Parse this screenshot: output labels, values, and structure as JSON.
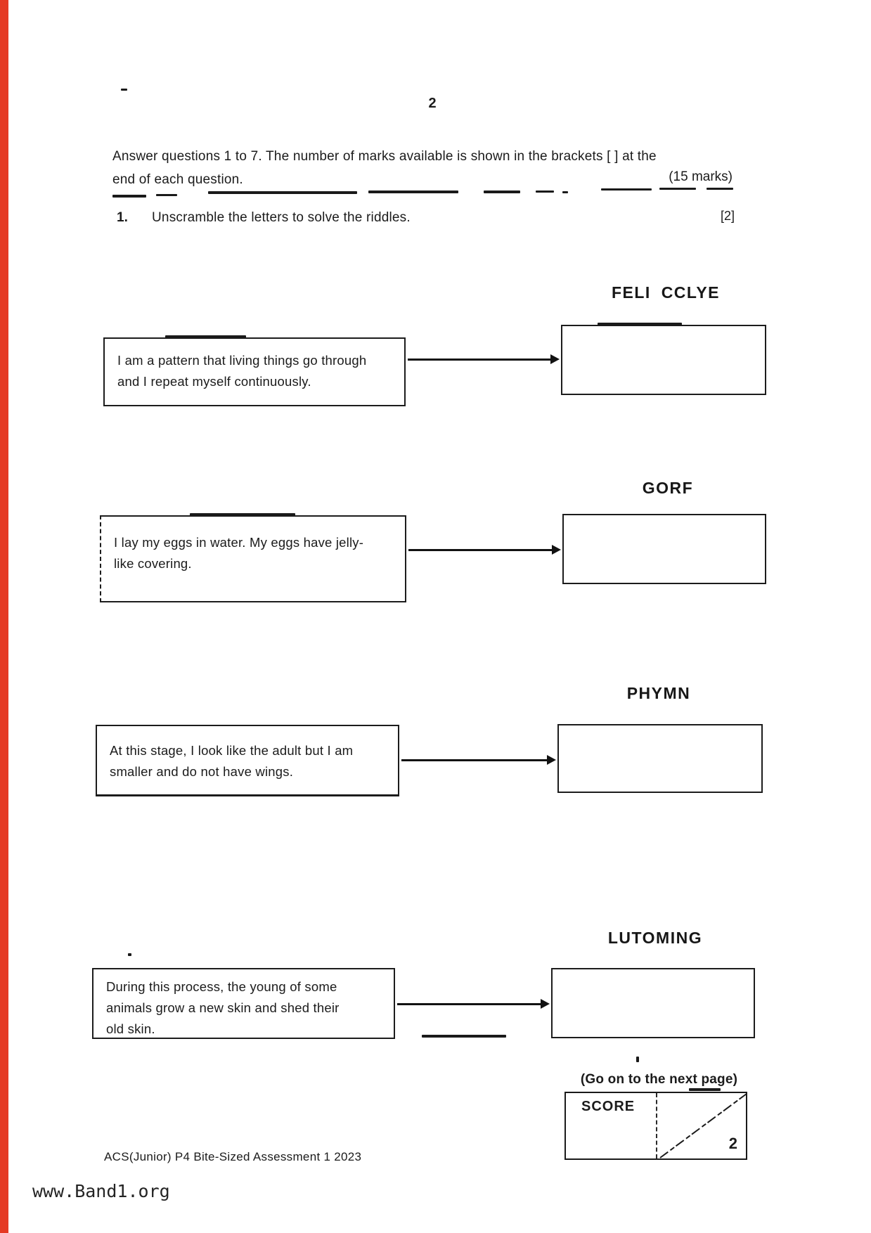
{
  "page": {
    "number": "2",
    "red_bar_color": "#e53a24",
    "ink_color": "#1b1b1b"
  },
  "instructions": {
    "line1": "Answer questions 1 to 7. The number of marks available is shown in the brackets [ ] at the",
    "line2": "end of each question.",
    "total_marks": "(15 marks)"
  },
  "question": {
    "number": "1.",
    "text": "Unscramble the letters to solve the riddles.",
    "marks": "[2]"
  },
  "riddles": [
    {
      "scrambled": "FELI CCLYE",
      "clue": "I am a pattern that living things go through\nand I repeat myself continuously."
    },
    {
      "scrambled": "GORF",
      "clue": "I lay my eggs in water. My eggs have jelly-\nlike covering."
    },
    {
      "scrambled": "PHYMN",
      "clue": "At this stage, I look like the adult but I am\nsmaller and do not have wings."
    },
    {
      "scrambled": "LUTOMING",
      "clue": "During this process, the young of some\nanimals grow a new skin and shed their\nold skin."
    }
  ],
  "footer": {
    "next_page_note": "(Go on to the next page)",
    "score_label": "SCORE",
    "score_value": "2",
    "document_title": "ACS(Junior) P4 Bite-Sized Assessment 1 2023",
    "watermark": "www.Band1.org"
  }
}
